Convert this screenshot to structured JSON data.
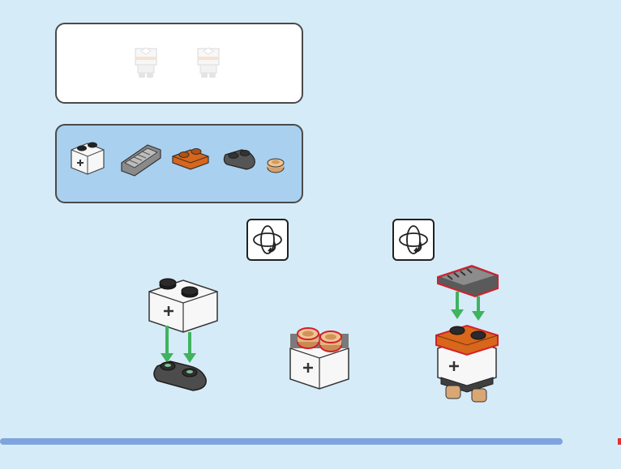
{
  "panels": {
    "result": {
      "items": [
        "white-brick-preview",
        "white-brick-preview"
      ]
    },
    "parts": {
      "items": [
        "white-brick-1x2-axle-hole",
        "dark-gray-slope-1x2",
        "orange-plate-1x2",
        "dark-gray-plate-1x2-rounded",
        "tan-round-plate-1x1"
      ]
    }
  },
  "steps": [
    {
      "icon": null,
      "action": "attach-plate-under-brick"
    },
    {
      "icon": "rotate-model-icon",
      "action": "add-two-tan-round-plates"
    },
    {
      "icon": "rotate-model-icon",
      "action": "add-orange-plate-and-slope"
    }
  ],
  "progress": {
    "fraction": 0.9
  },
  "colors": {
    "background": "#d6ebf8",
    "parts_panel": "#a9d0ef",
    "arrow": "#3fb35f",
    "highlight": "#d4202a",
    "progress": "#7fa4dc"
  }
}
